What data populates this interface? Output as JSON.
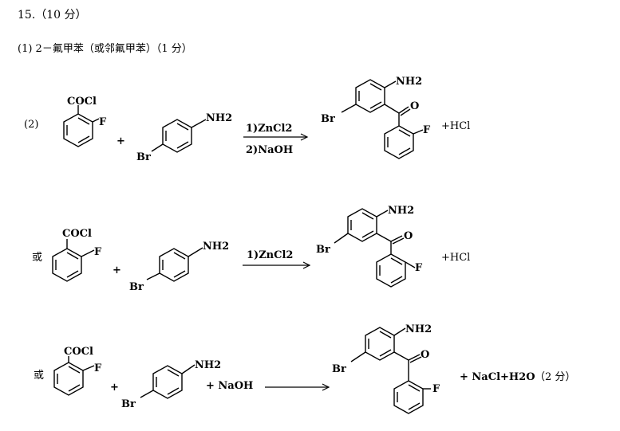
{
  "header": {
    "title": "15.（10 分）",
    "part1": "(1) 2－氟甲苯（或邻氟甲苯）（1 分）"
  },
  "reactions": [
    {
      "prefix": "(2)",
      "plus1": "+",
      "acid_group": "COCl",
      "acid_f": "F",
      "amine_group": "NH2",
      "amine_br": "Br",
      "reagent_top": "1)ZnCl2",
      "reagent_bottom": "2)NaOH",
      "prod_nh2": "NH2",
      "prod_br": "Br",
      "prod_o": "O",
      "prod_f": "F",
      "byproduct": "+HCl"
    },
    {
      "prefix": "或",
      "plus1": "+",
      "acid_group": "COCl",
      "acid_f": "F",
      "amine_group": "NH2",
      "amine_br": "Br",
      "reagent_top": "1)ZnCl2",
      "prod_nh2": "NH2",
      "prod_br": "Br",
      "prod_o": "O",
      "prod_f": "F",
      "byproduct": "+HCl"
    },
    {
      "prefix": "或",
      "plus1": "+",
      "acid_group": "COCl",
      "acid_f": "F",
      "amine_group": "NH2",
      "amine_br": "Br",
      "extra_reagent": "+ NaOH",
      "prod_nh2": "NH2",
      "prod_br": "Br",
      "prod_o": "O",
      "prod_f": "F",
      "byproduct": "+ NaCl+H2O",
      "score": "（2 分）"
    }
  ]
}
